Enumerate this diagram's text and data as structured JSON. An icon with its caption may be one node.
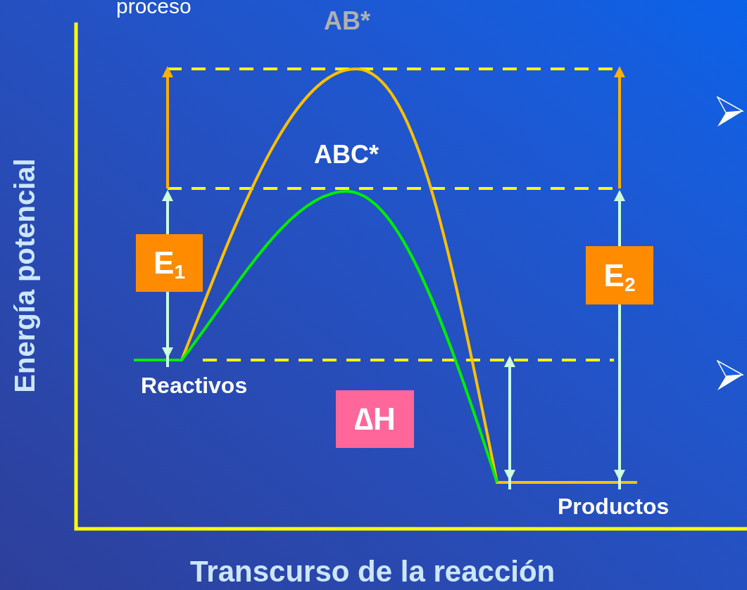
{
  "diagram": {
    "nodes": [
      {
        "text": [
          "E$_{1}$"
        ]
      },
      {
        "text": [
          "E$_{2}$"
        ]
      },
      {
        "text": [
          "∆H"
        ]
      }
    ],
    "edges": [],
    "labels": [
      "proceso",
      "AB*",
      "ABC*",
      "Reactivos",
      "Productos",
      "Energía potencial",
      "Transcurso de la reacción"
    ]
  }
}
